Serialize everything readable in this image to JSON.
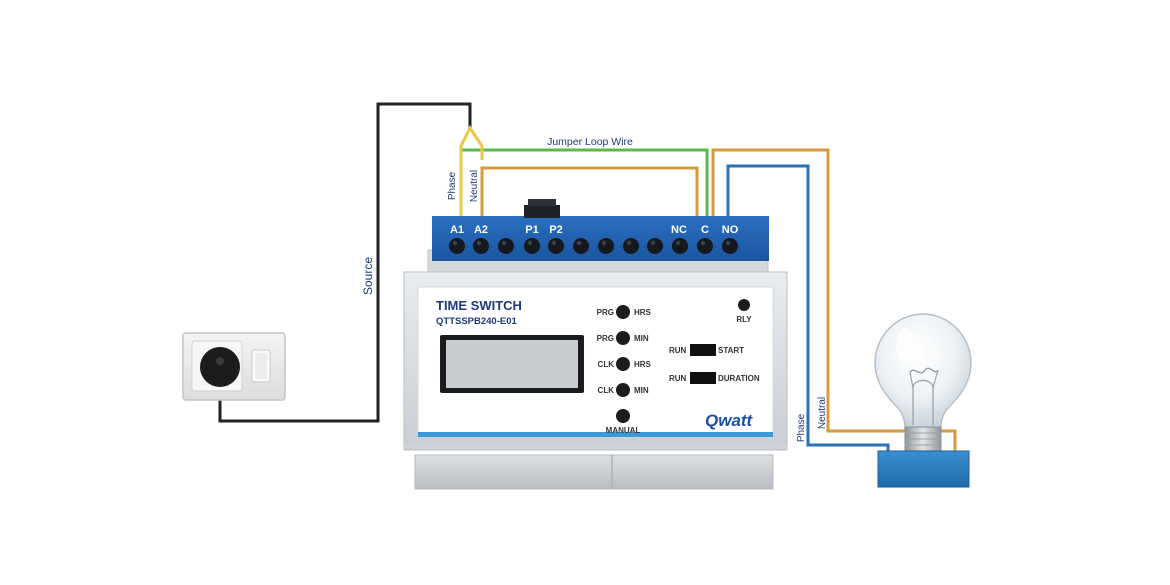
{
  "labels": {
    "jumper": "Jumper Loop Wire",
    "source": "Source",
    "phase_left": "Phase",
    "neutral_left": "Neutral",
    "phase_right": "Phase",
    "neutral_right": "Neutral"
  },
  "terminals": {
    "a1": "A1",
    "a2": "A2",
    "p1": "P1",
    "p2": "P2",
    "nc": "NC",
    "c": "C",
    "no": "NO"
  },
  "device": {
    "title": "TIME SWITCH",
    "model": "QTTSSPB240-E01",
    "brand": "Qwatt",
    "rly": "RLY",
    "manual": "MANUAL"
  },
  "buttons": [
    {
      "left": "PRG",
      "right": "HRS"
    },
    {
      "left": "PRG",
      "right": "MIN"
    },
    {
      "left": "CLK",
      "right": "HRS"
    },
    {
      "left": "CLK",
      "right": "MIN"
    }
  ],
  "run_rows": [
    {
      "left": "RUN",
      "right": "START"
    },
    {
      "left": "RUN",
      "right": "DURATION"
    }
  ],
  "colors": {
    "phase_wire": "#2e6fb8",
    "neutral_wire": "#d89a3c",
    "jumper_wire": "#5bb84a",
    "source_wire": "#222222",
    "terminal_block": "#1f63b4",
    "label_blue": "#1e3a78",
    "bulb_base": "#2f7fc0"
  }
}
